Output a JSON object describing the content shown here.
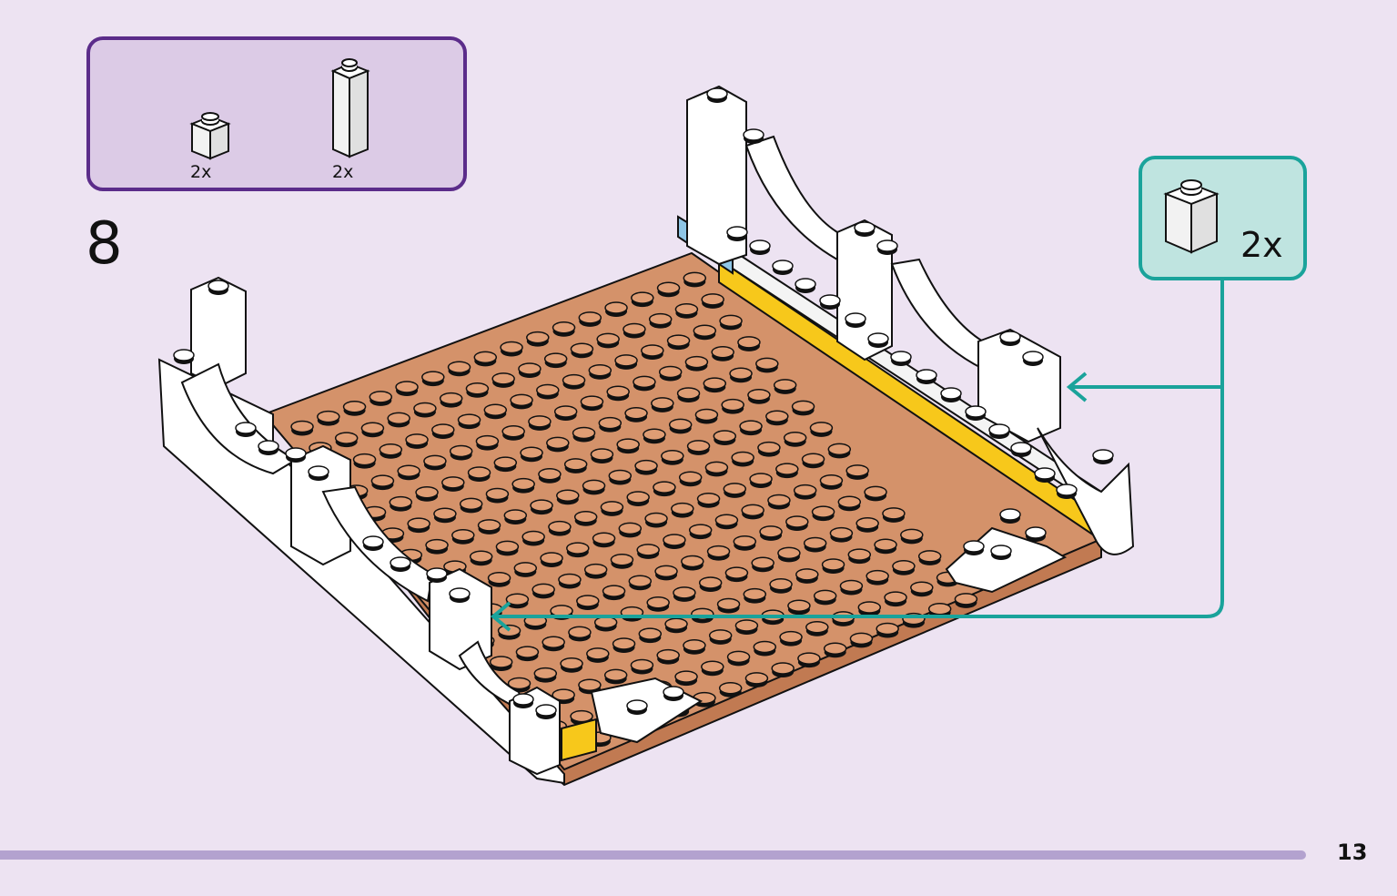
{
  "step": {
    "number": "8"
  },
  "parts": [
    {
      "name": "brick-1x1",
      "qty": "2x",
      "color": "#ffffff"
    },
    {
      "name": "brick-1x1x3",
      "qty": "2x",
      "color": "#ffffff"
    }
  ],
  "callout": {
    "qty": "2x",
    "part": "brick-1x1"
  },
  "page": {
    "number": "13"
  },
  "colors": {
    "background": "#ede3f2",
    "parts_border": "#5b2c8a",
    "parts_fill": "#dccbe6",
    "callout_border": "#1aa39b",
    "callout_fill": "#bfe4e0",
    "baseplate": "#d4926a",
    "stud": "#df9d74",
    "yellow_tile": "#f7c81b",
    "blue_tile": "#8ec6e6",
    "footer_bar": "#b3a2cf"
  }
}
